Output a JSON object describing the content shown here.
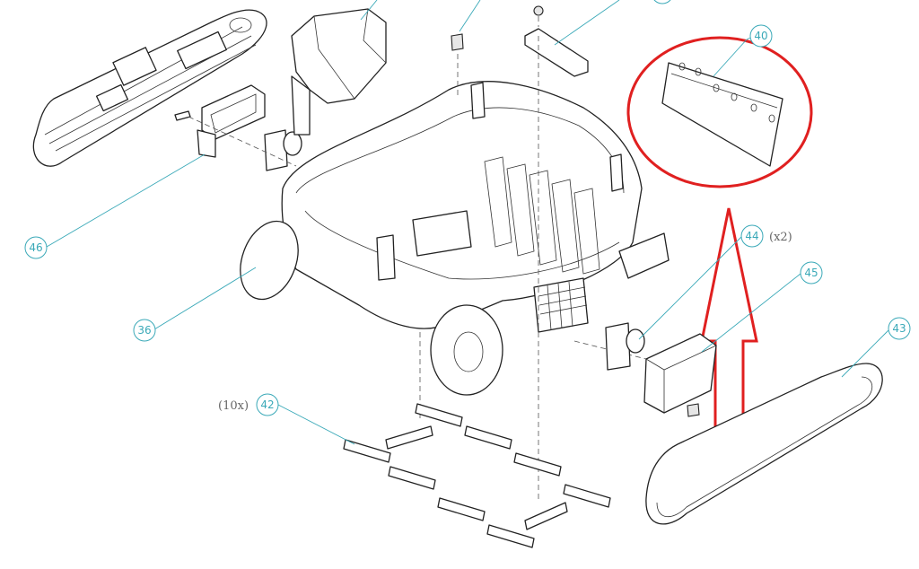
{
  "callouts": [
    {
      "id": "c40",
      "label": "40"
    },
    {
      "id": "c44",
      "label": "44"
    },
    {
      "id": "c45",
      "label": "45"
    },
    {
      "id": "c43",
      "label": "43"
    },
    {
      "id": "c46",
      "label": "46"
    },
    {
      "id": "c36",
      "label": "36"
    },
    {
      "id": "c42",
      "label": "42"
    }
  ],
  "quantities": {
    "q44": "(x2)",
    "q42": "(10x)"
  },
  "highlight": {
    "ellipse_color": "#e02020",
    "arrow_color": "#e02020",
    "target_part": "40"
  },
  "colors": {
    "callout": "#3aa9b8",
    "line_art": "#222222"
  }
}
